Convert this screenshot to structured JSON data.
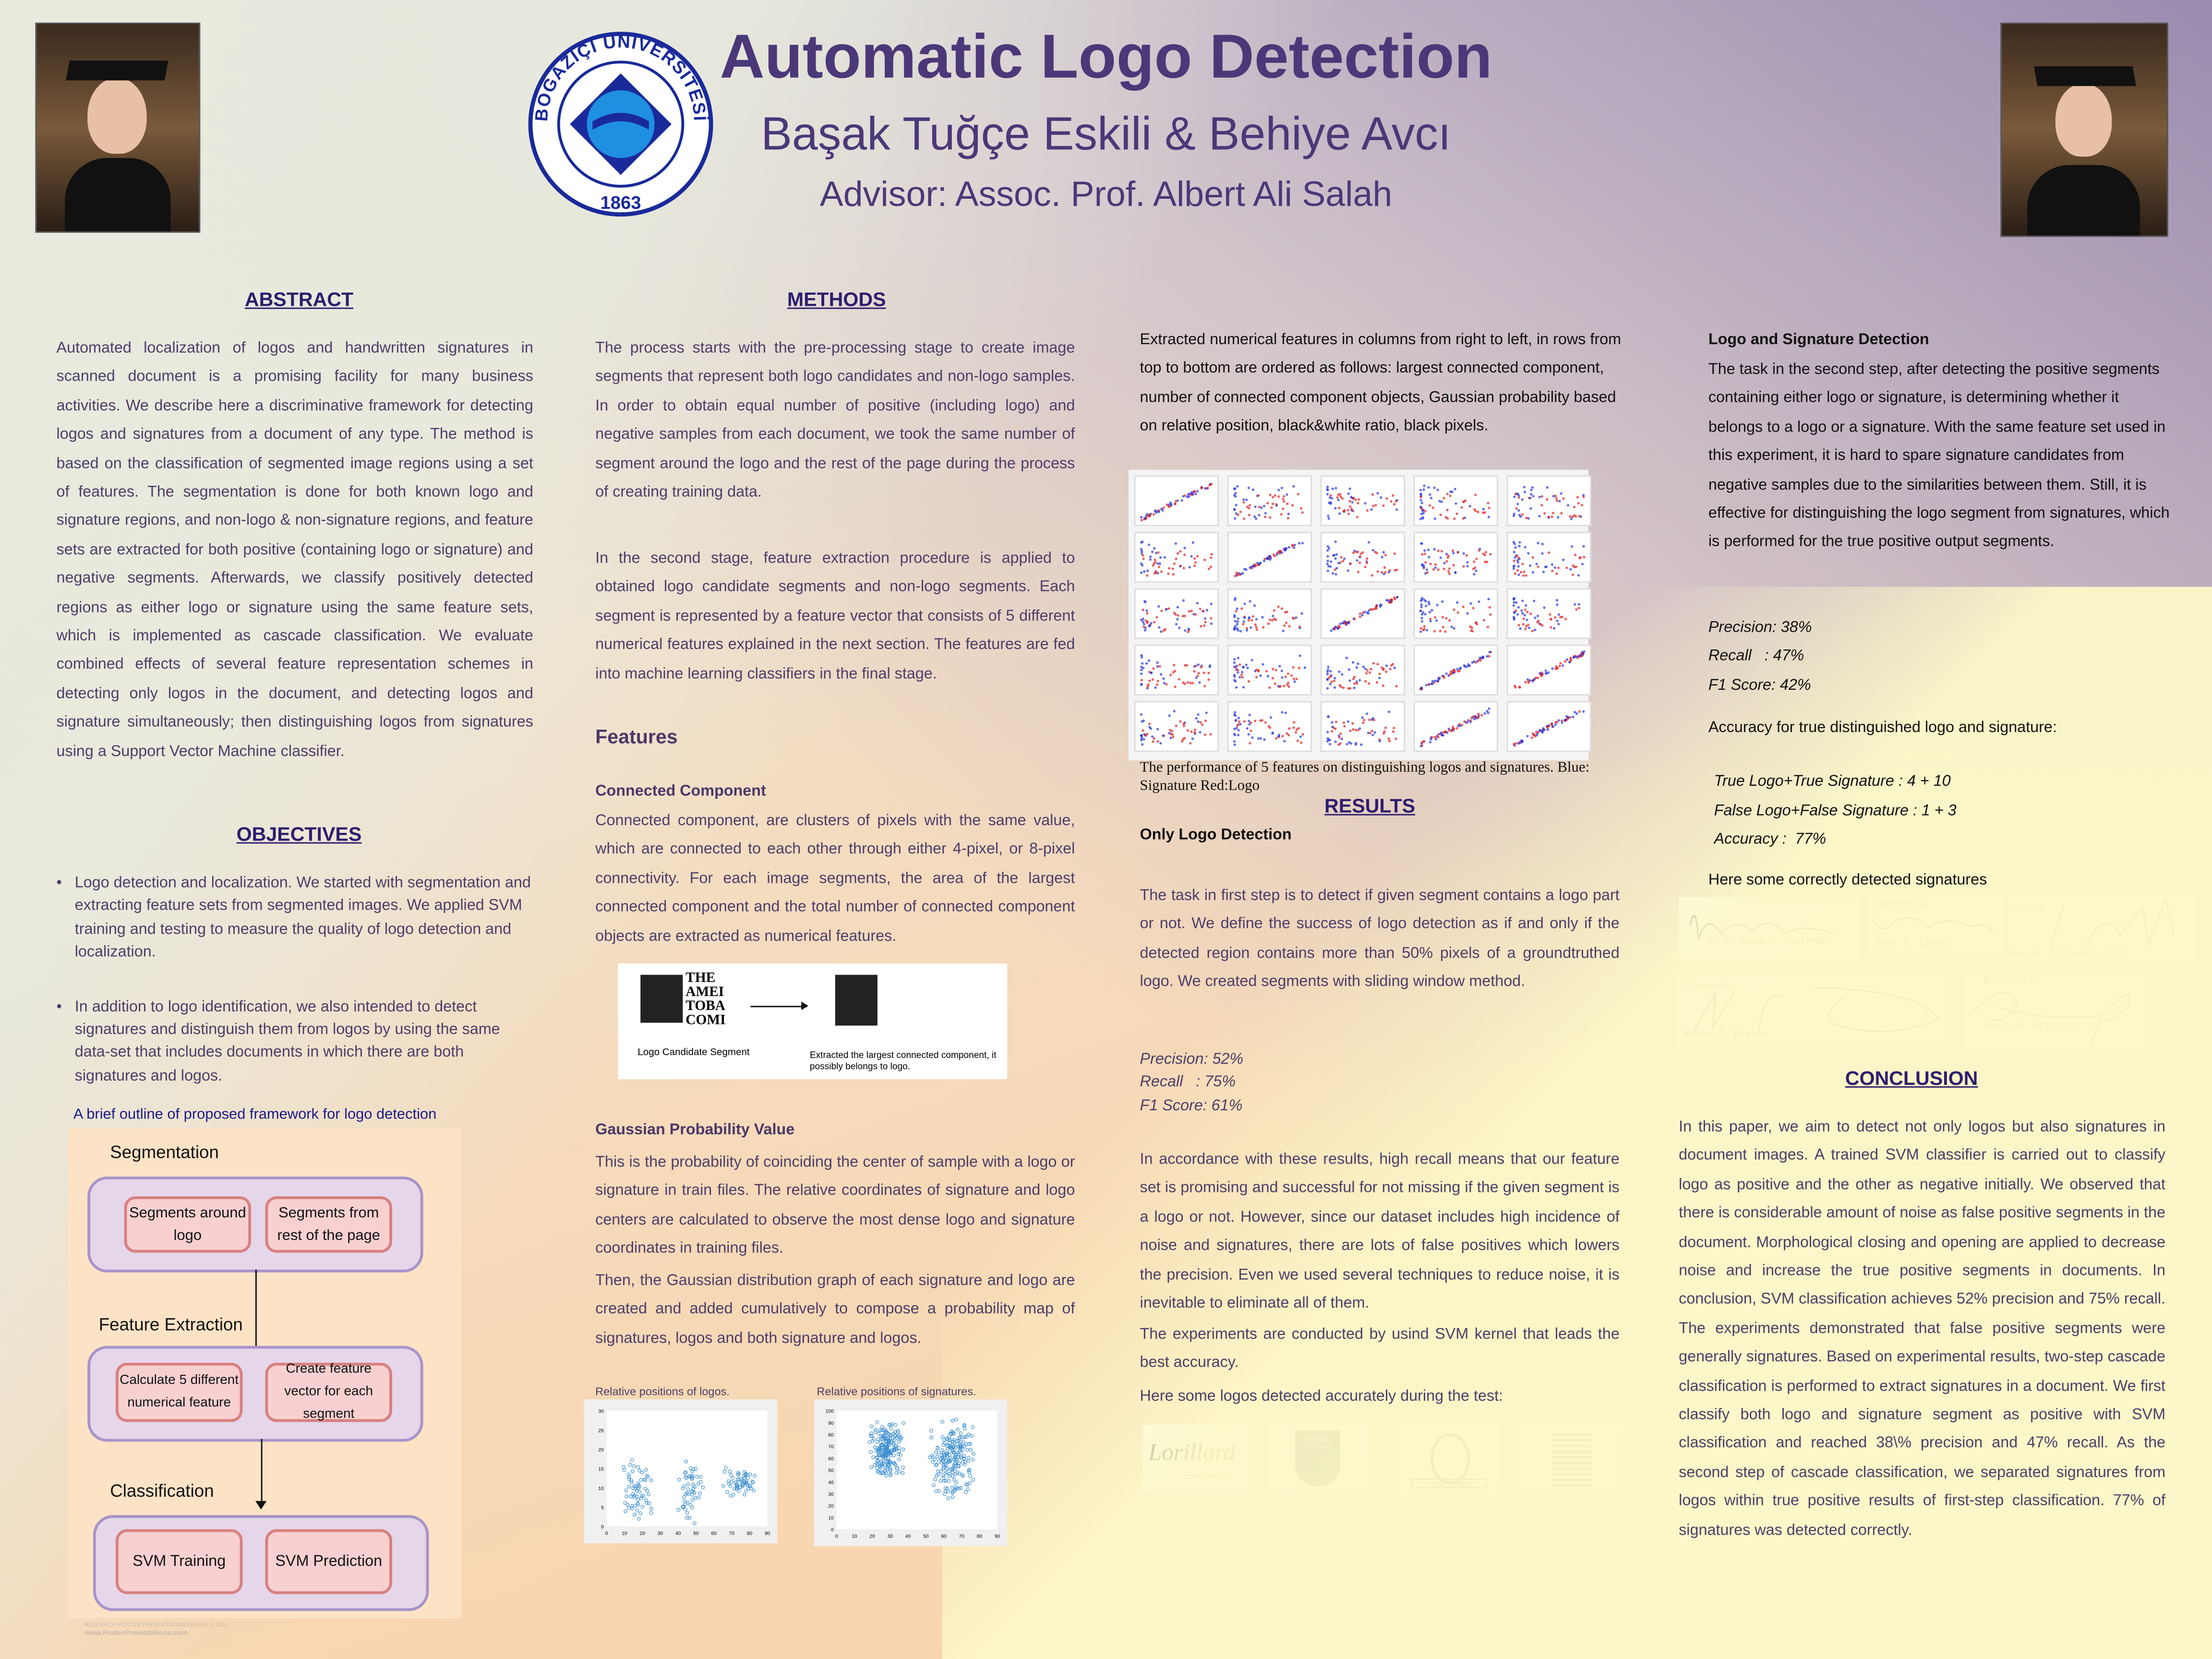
{
  "header": {
    "title": "Automatic Logo Detection",
    "authors": "Başak Tuğçe Eskili & Behiye Avcı",
    "advisor": "Advisor: Assoc. Prof. Albert Ali Salah",
    "university_logo_text": "BOĞAZİÇİ ÜNİVERSİTESİ",
    "university_year": "1863"
  },
  "abstract": {
    "heading": "ABSTRACT",
    "text": "Automated localization of logos and handwritten signatures in scanned document is a promising facility for many business activities. We describe here a discriminative framework for detecting logos and signatures from a document of any type. The method is based on the classification of segmented image regions using a set of features. The segmentation is done for both known logo and signature regions, and non-logo & non-signature regions, and feature sets are extracted for both positive (containing logo or signature) and negative segments. Afterwards, we classify positively detected regions as either logo or signature using the same feature sets, which is implemented as cascade classification. We evaluate combined effects of several feature representation schemes in detecting only logos in the document, and  detecting logos and signature simultaneously; then distinguishing logos from signatures using a Support Vector Machine classifier."
  },
  "objectives": {
    "heading": "OBJECTIVES",
    "items": [
      "Logo detection and localization. We started with segmentation and extracting feature sets from segmented images. We applied SVM training and testing to measure the quality of logo detection and localization.",
      "In addition to logo identification, we also intended to detect signatures and distinguish them from logos by using the same data-set that includes documents in which there are both signatures and logos."
    ]
  },
  "framework": {
    "caption": "A brief outline of proposed framework for logo detection",
    "stage1": "Segmentation",
    "box1a": "Segments around logo",
    "box1b": "Segments from rest of the page",
    "stage2": "Feature Extraction",
    "box2a": "Calculate 5 different numerical feature",
    "box2b": "Create feature vector for each segment",
    "stage3": "Classification",
    "box3a": "SVM Training",
    "box3b": "SVM Prediction",
    "footer1": "RESEARCH POSTER PRESENTATION DESIGN © 2015",
    "footer2": "www.PosterPresentations.com"
  },
  "methods": {
    "heading": "METHODS",
    "p1": "The process starts with the pre-processing stage to create image segments that represent both logo candidates and non-logo samples. In order to obtain equal number of positive (including logo) and negative samples from each document, we took the same number of segment around the logo and the rest of the page during the process of creating training data.",
    "p2": "In the second stage, feature extraction procedure is applied to obtained logo candidate segments and non-logo segments. Each segment is represented by a feature vector that consists of 5 different numerical features explained in the next section. The features are fed into machine learning classifiers in the final stage.",
    "features_heading": "Features",
    "cc_heading": "Connected Component",
    "cc_text": "Connected component, are clusters of pixels with the same value, which are connected to each other through either 4-pixel, or 8-pixel connectivity. For each image segments, the area of the largest connected component and the total number of connected component objects are extracted as numerical features.",
    "cc_fig_logo_text": "THE AMEI TOBA COMI",
    "cc_fig_left": "Logo Candidate Segment",
    "cc_fig_right": "Extracted the largest connected component, it possibly belongs to logo.",
    "gpv_heading": "Gaussian Probability Value",
    "gpv_p1": "This is the probability of coinciding the center of sample with a logo or signature in train files. The relative coordinates of signature and logo centers are calculated to observe the most dense logo and signature coordinates in training files.",
    "gpv_p2": "Then, the Gaussian distribution graph of each signature and logo are created and added cumulatively to compose a probability map of signatures, logos and both signature and logos.",
    "plot_logos_caption": "Relative positions of logos.",
    "plot_sigs_caption": "Relative positions of signatures.",
    "plot_logos_yticks": [
      "30",
      "25",
      "20",
      "15",
      "10",
      "5",
      "0"
    ],
    "plot_sigs_yticks": [
      "100",
      "90",
      "80",
      "70",
      "60",
      "50",
      "40",
      "30",
      "20",
      "10",
      "0"
    ],
    "plot_xticks": [
      "0",
      "10",
      "20",
      "30",
      "40",
      "50",
      "60",
      "70",
      "80",
      "90"
    ]
  },
  "results": {
    "intro": "Extracted numerical features in columns from right to left, in rows from top to bottom are ordered as follows: largest connected component, number of connected component objects, Gaussian probability based on relative position, black&white ratio, black pixels.",
    "feature_caption": "The performance of 5 features on distinguishing logos and signatures. Blue: Signature Red:Logo",
    "heading": "RESULTS",
    "only_logo_heading": "Only Logo Detection",
    "p1": "The task in first step is to detect if given segment contains a logo part or not. We define the success of logo detection as if and only if the detected region contains more than 50% pixels of a groundtruthed logo. We created segments with sliding window method.",
    "precision": "Precision: 52%",
    "recall": "Recall   : 75%",
    "f1": "F1 Score: 61%",
    "p2": "In accordance with these results, high recall means that our feature set is promising and successful for not missing if the given segment is a logo or not. However, since our dataset includes high incidence of noise and signatures, there are lots of false positives which lowers the precision. Even we used several techniques to reduce noise, it is inevitable to eliminate all of them.",
    "p3": "The experiments are conducted by usind SVM kernel that leads the best accuracy.",
    "p4": "Here some logos detected accurately during the test:",
    "logos": [
      "Lorillard",
      "LORILLARD, INC.",
      "VE RI TAS",
      "PHILIP MORRIS"
    ]
  },
  "logo_sig": {
    "heading": "Logo and Signature Detection",
    "p1": "The task in the second step, after detecting the positive segments containing either logo or signature, is determining whether it belongs to a logo or a signature. With the same feature set used in this experiment, it is hard to spare signature candidates from negative samples due to the similarities between them. Still, it is effective for distinguishing the logo segment from signatures, which is performed for the true positive output segments.",
    "precision": "Precision: 38%",
    "recall": "Recall   : 47%",
    "f1": "F1 Score: 42%",
    "acc_intro": "Accuracy for true distinguished logo and signature:",
    "true_line": "True Logo+True Signature : 4 + 10",
    "false_line": "False Logo+False Signature : 1 + 3",
    "accuracy": "Accuracy :  77%",
    "sig_intro": "Here some correctly detected signatures",
    "signatures": [
      "J. H. Winder, Chairman",
      "Sincerely,",
      "John T. Landry",
      "ncerely",
      "omas A. Vollmuth, Ph.D.",
      "Sincerely",
      "Meyer G. Koplow",
      "Sincerely,",
      "Barry M. Krivisky"
    ]
  },
  "conclusion": {
    "heading": "CONCLUSION",
    "text": "In this paper, we aim to detect not only logos but also signatures in document images. A trained SVM classifier is carried out to classify logo as positive and the other as negative initially. We observed that there is considerable amount of noise as false positive segments in the document. Morphological closing and opening are applied to decrease noise  and increase the true positive segments in documents. In conclusion, SVM classification achieves 52% precision and 75% recall. The experiments demonstrated that false positive segments were generally signatures. Based on experimental results, two-step cascade classification is performed to extract signatures in a document. We first classify both logo and signature segment as positive with SVM classification and reached 38\\% precision and 47% recall. As the second step of cascade classification, we separated signatures from logos within true positive results of first-step classification. 77% of signatures was detected correctly."
  },
  "colors": {
    "title": "#4a3878",
    "heading": "#2d1d6e",
    "signature": "#2233dd",
    "logo": "#e02020"
  }
}
